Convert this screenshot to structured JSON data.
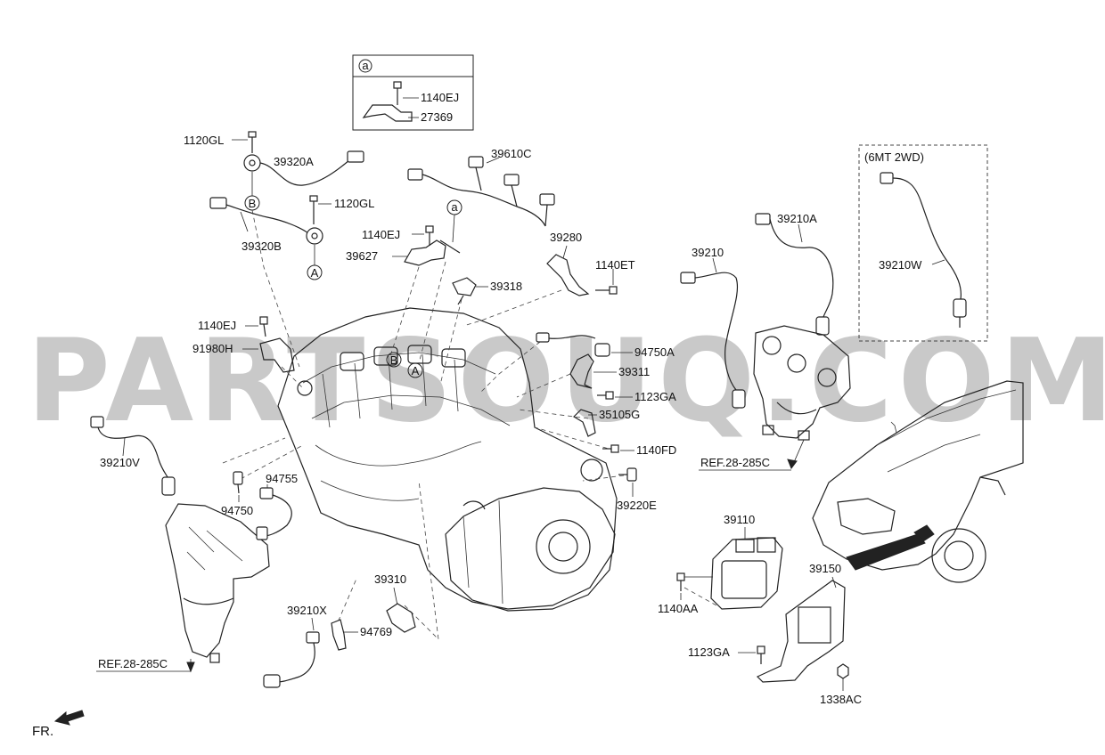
{
  "diagram": {
    "watermark": "PARTSOUQ.COM",
    "detail_box": {
      "marker": "a",
      "parts": [
        "1140EJ",
        "27369"
      ]
    },
    "variant_box": {
      "title": "(6MT 2WD)",
      "part": "39210W"
    },
    "callouts": {
      "a": "a",
      "A": "A",
      "B": "B"
    },
    "parts": {
      "p1120GL_top": "1120GL",
      "p39320A": "39320A",
      "p1120GL_mid": "1120GL",
      "p39320B": "39320B",
      "p39610C": "39610C",
      "p1140EJ_top": "1140EJ",
      "p39627": "39627",
      "p39280": "39280",
      "p1140ET": "1140ET",
      "p39318": "39318",
      "p39210A": "39210A",
      "p39210": "39210",
      "p1140EJ_left": "1140EJ",
      "p91980H": "91980H",
      "p94750A": "94750A",
      "p39311": "39311",
      "p1123GA_mid": "1123GA",
      "p35105G": "35105G",
      "p1140FD": "1140FD",
      "p39210V": "39210V",
      "p94755": "94755",
      "p94750": "94750",
      "p39220E": "39220E",
      "p39110": "39110",
      "p39150": "39150",
      "p1140AA": "1140AA",
      "p39310": "39310",
      "p39210X": "39210X",
      "p94769": "94769",
      "p1123GA_bot": "1123GA",
      "p1338AC": "1338AC"
    },
    "references": {
      "ref_right": "REF.28-285C",
      "ref_left": "REF.28-285C"
    },
    "direction": "FR."
  }
}
